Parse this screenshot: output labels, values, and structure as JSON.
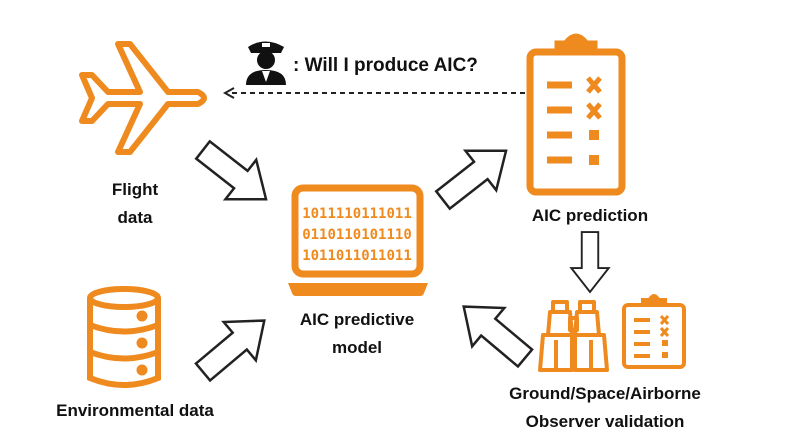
{
  "question": ": Will I produce AIC?",
  "labels": {
    "flight_data": [
      "Flight",
      "data"
    ],
    "model": [
      "AIC predictive",
      "model"
    ],
    "prediction": "AIC prediction",
    "validation": [
      "Ground/Space/Airborne",
      "Observer validation"
    ],
    "environmental": "Environmental data"
  },
  "binary_lines": [
    "1011110111011",
    "0110110101110",
    "1011011011011"
  ],
  "colors": {
    "accent": "#EF8A1F",
    "text": "#111111"
  }
}
